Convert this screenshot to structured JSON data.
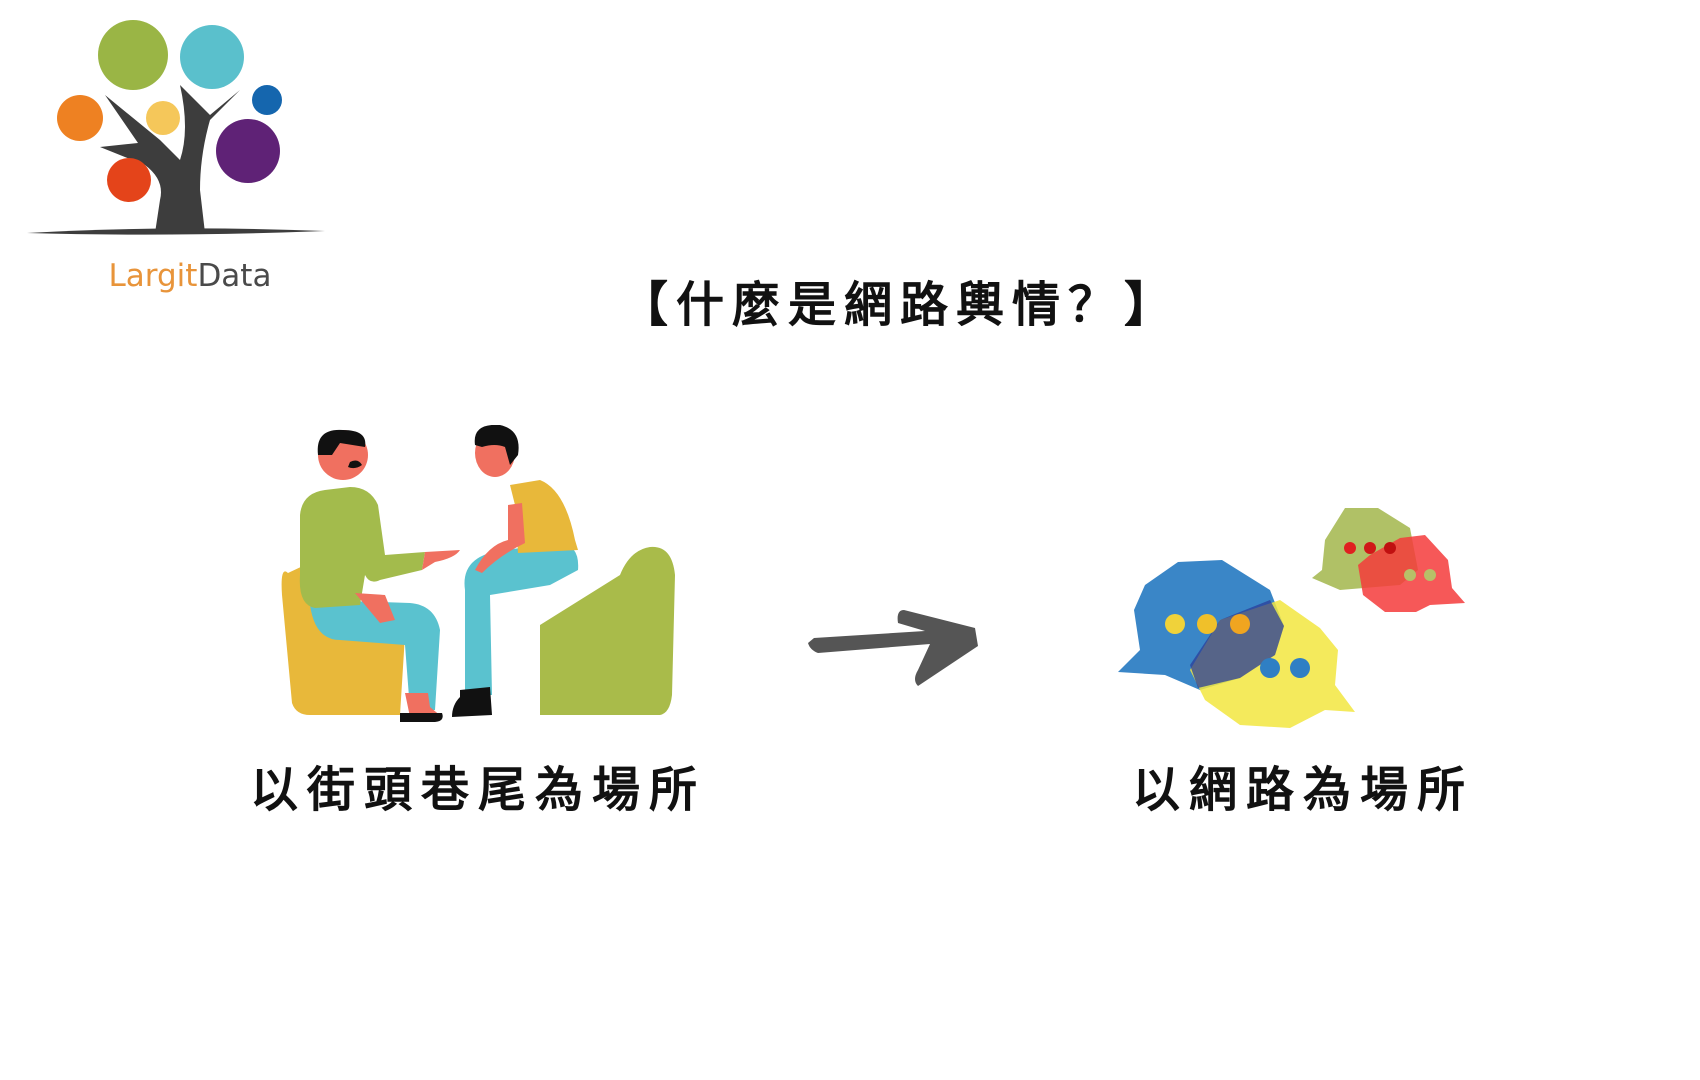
{
  "logo": {
    "brand_part1": "Largit",
    "brand_part2": "Data",
    "colors": {
      "green": "#9ab545",
      "cyan": "#5ac0cc",
      "orange": "#ee8122",
      "yellow": "#f5c75a",
      "blue": "#1566ae",
      "purple": "#5f2276",
      "red": "#e4441a",
      "trunk": "#3d3d3d"
    }
  },
  "title": "【什麼是網路輿情？】",
  "left_panel": {
    "illustration": "two-people-talking-on-chairs",
    "caption": "以街頭巷尾為場所"
  },
  "arrow": {
    "icon": "right-arrow-icon",
    "color": "#555555"
  },
  "right_panel": {
    "illustration": "overlapping-chat-bubbles",
    "caption": "以網路為場所"
  }
}
